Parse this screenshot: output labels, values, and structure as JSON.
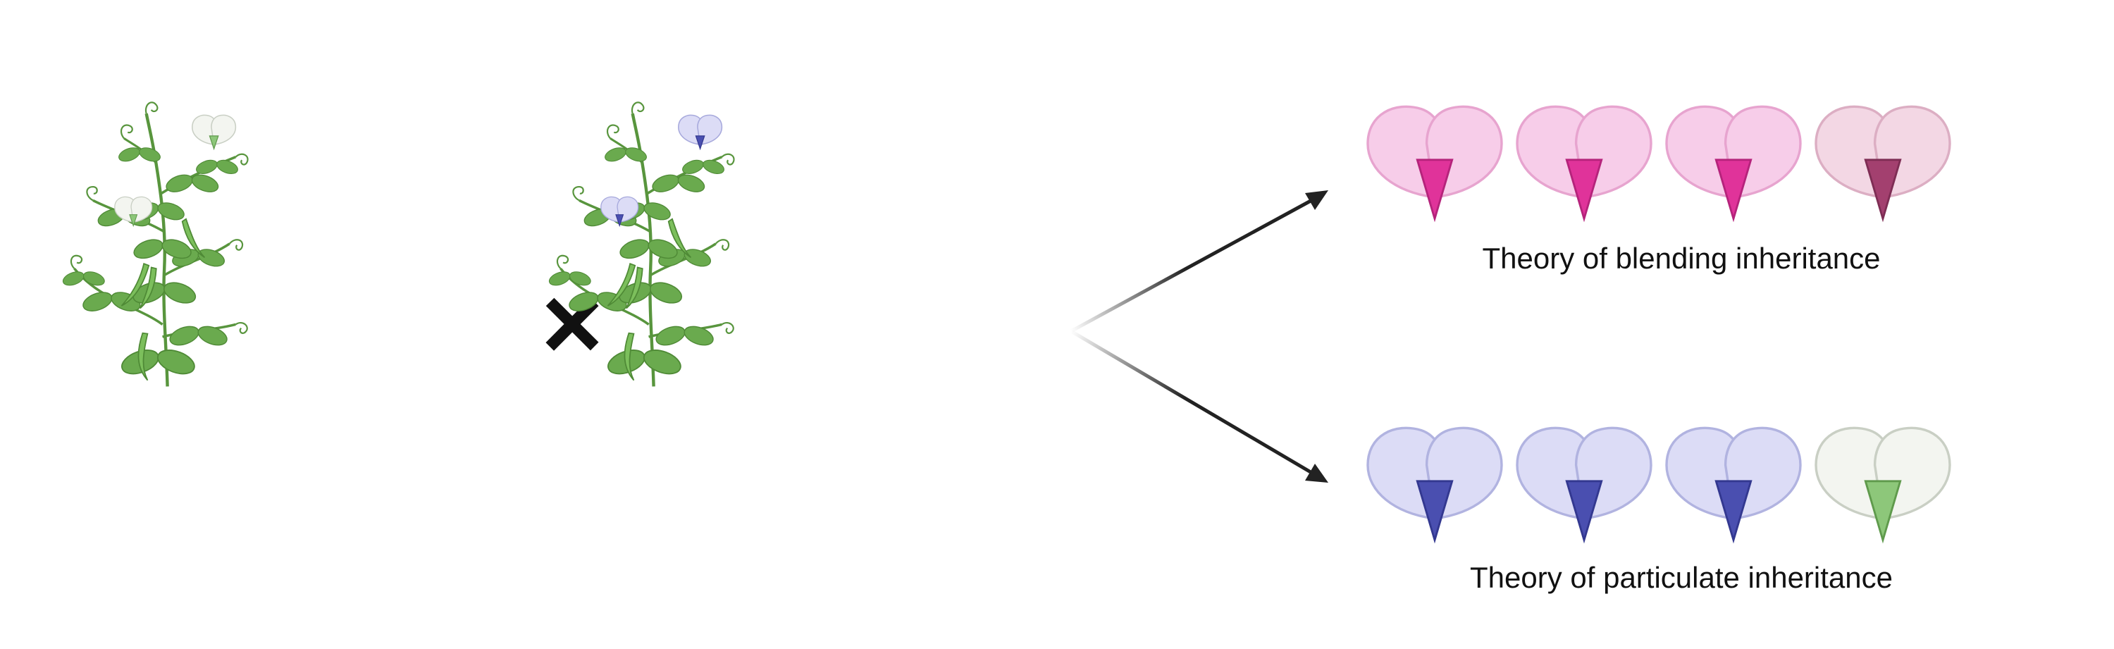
{
  "captions": {
    "blending": "Theory of blending inheritance",
    "particulate": "Theory of particulate inheritance"
  },
  "cross_symbol": "×",
  "colors": {
    "plant_green": "#6aaa4e",
    "stem_green": "#58953d",
    "pod_green": "#7cbf5c",
    "white_flower": "#f3f5f0",
    "white_flower_keel": "#8dc77a",
    "purple_flower": "#dcdcf6",
    "purple_flower_keel": "#4a4fb0",
    "pink_flower": "#f7cde9",
    "pink_flower_keel": "#e0339a",
    "dull_pink_flower": "#f3d7e4",
    "dull_pink_flower_keel": "#a3406f",
    "arrow": "#222222"
  },
  "parents": [
    {
      "name": "white-flower-parent",
      "flower_color": "white"
    },
    {
      "name": "purple-flower-parent",
      "flower_color": "purple"
    }
  ],
  "offspring": {
    "blending": [
      "pink",
      "pink",
      "pink",
      "dull-pink"
    ],
    "particulate": [
      "purple",
      "purple",
      "purple",
      "white"
    ]
  }
}
